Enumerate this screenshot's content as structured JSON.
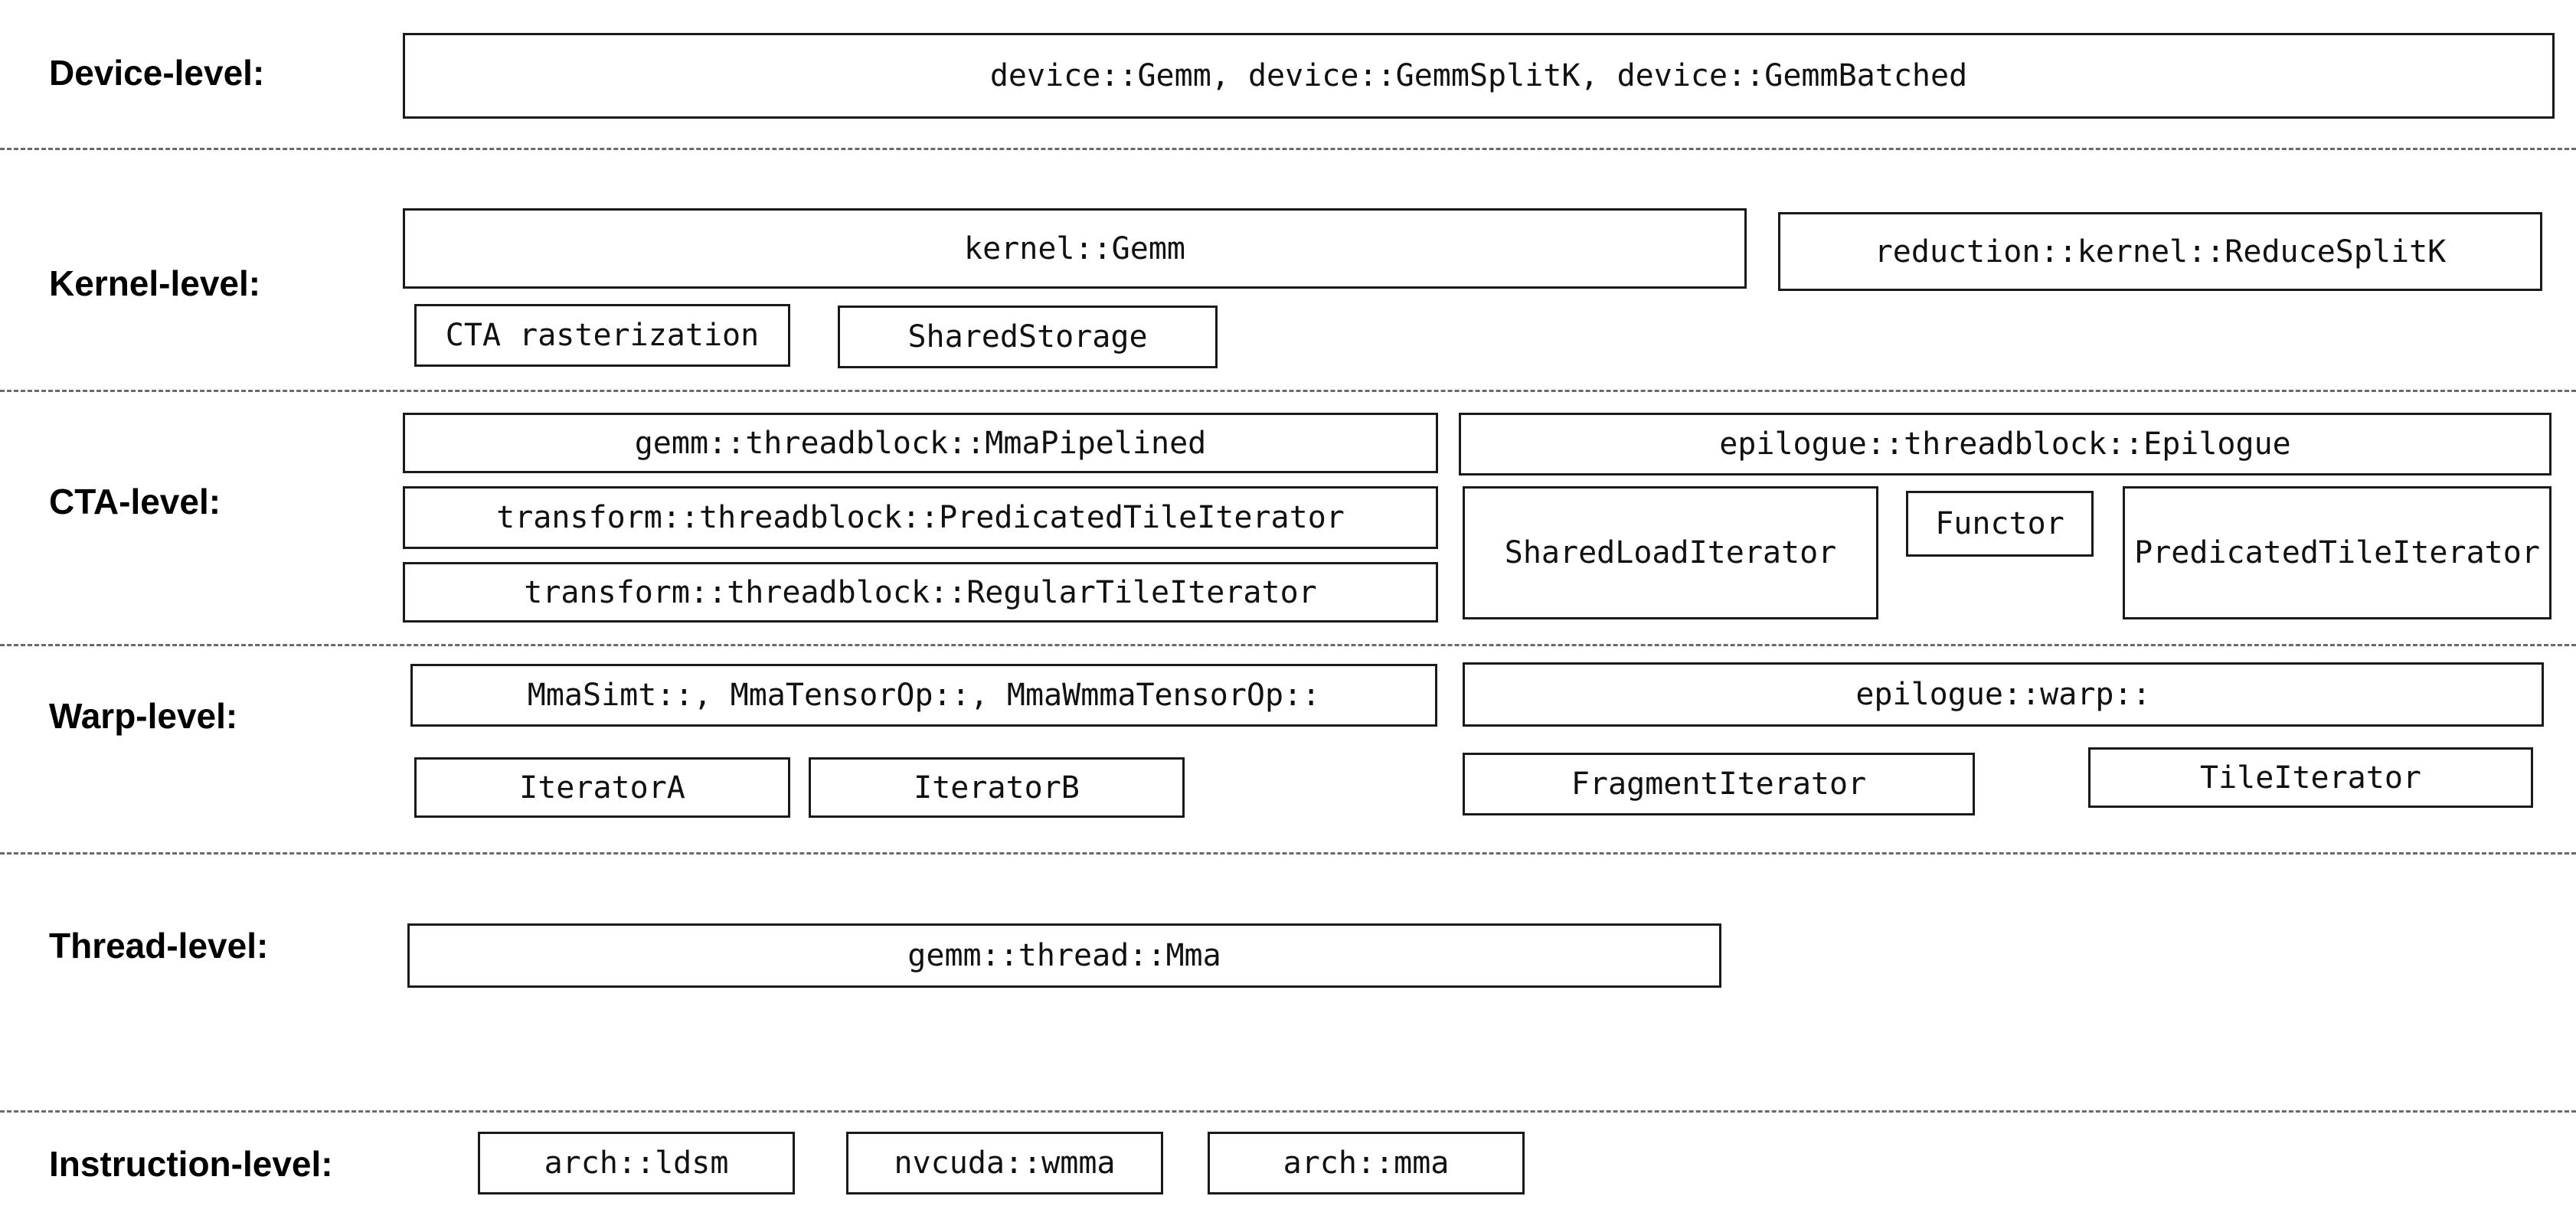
{
  "levels": {
    "device": {
      "label": "Device-level:",
      "main_box": "device::Gemm, device::GemmSplitK, device::GemmBatched"
    },
    "kernel": {
      "label": "Kernel-level:",
      "gemm_box": "kernel::Gemm",
      "reduce_splitk_box": "reduction::kernel::ReduceSplitK",
      "cta_rasterization_box": "CTA rasterization",
      "shared_storage_box": "SharedStorage"
    },
    "cta": {
      "label": "CTA-level:",
      "mma_pipelined_box": "gemm::threadblock::MmaPipelined",
      "epilogue_box": "epilogue::threadblock::Epilogue",
      "predicated_tile_iterator_box": "transform::threadblock::PredicatedTileIterator",
      "shared_load_iterator_box": "SharedLoadIterator",
      "functor_box": "Functor",
      "epilogue_predicated_tile_iterator_box": "PredicatedTileIterator",
      "regular_tile_iterator_box": "transform::threadblock::RegularTileIterator"
    },
    "warp": {
      "label": "Warp-level:",
      "mma_box": "MmaSimt::, MmaTensorOp::, MmaWmmaTensorOp::",
      "epilogue_warp_box": "epilogue::warp::",
      "iterator_a_box": "IteratorA",
      "iterator_b_box": "IteratorB",
      "fragment_iterator_box": "FragmentIterator",
      "tile_iterator_box": "TileIterator"
    },
    "thread": {
      "label": "Thread-level:",
      "mma_box": "gemm::thread::Mma"
    },
    "instruction": {
      "label": "Instruction-level:",
      "ldsm_box": "arch::ldsm",
      "wmma_box": "nvcuda::wmma",
      "mma_box": "arch::mma"
    }
  },
  "colors": {
    "background": "#ffffff",
    "box_border": "#1a1a1a",
    "text": "#111111",
    "divider": "#6a6a6a"
  }
}
